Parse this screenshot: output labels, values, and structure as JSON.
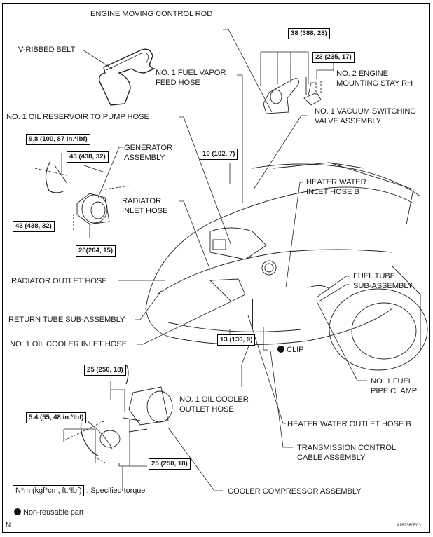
{
  "diagram": {
    "title": "Engine removal component layout",
    "callouts": {
      "engine_moving_control_rod": "ENGINE MOVING CONTROL ROD",
      "v_ribbed_belt": "V-RIBBED BELT",
      "fuel_vapor_feed_hose_1": "NO. 1 FUEL VAPOR",
      "fuel_vapor_feed_hose_2": "FEED HOSE",
      "engine_mounting_stay_1": "NO. 2 ENGINE",
      "engine_mounting_stay_2": "MOUNTING STAY RH",
      "oil_reservoir_hose": "NO. 1 OIL RESERVOIR TO PUMP HOSE",
      "vacuum_switching_valve_1": "NO. 1 VACUUM SWITCHING",
      "vacuum_switching_valve_2": "VALVE ASSEMBLY",
      "generator_1": "GENERATOR",
      "generator_2": "ASSEMBLY",
      "heater_inlet_1": "HEATER WATER",
      "heater_inlet_2": "INLET HOSE B",
      "radiator_inlet_1": "RADIATOR",
      "radiator_inlet_2": "INLET HOSE",
      "radiator_outlet": "RADIATOR OUTLET HOSE",
      "fuel_tube_1": "FUEL TUBE",
      "fuel_tube_2": "SUB-ASSEMBLY",
      "return_tube": "RETURN TUBE SUB-ASSEMBLY",
      "oil_cooler_inlet": "NO. 1 OIL COOLER INLET HOSE",
      "clip": "CLIP",
      "fuel_pipe_clamp_1": "NO. 1 FUEL",
      "fuel_pipe_clamp_2": "PIPE CLAMP",
      "oil_cooler_outlet_1": "NO. 1 OIL COOLER",
      "oil_cooler_outlet_2": "OUTLET HOSE",
      "heater_outlet": "HEATER WATER OUTLET HOSE B",
      "transmission_cable_1": "TRANSMISSION CONTROL",
      "transmission_cable_2": "CABLE ASSEMBLY",
      "cooler_compressor": "COOLER COMPRESSOR ASSEMBLY"
    },
    "torques": {
      "rod_bolts": "38 (388, 28)",
      "stay_bolts": "23 (235, 17)",
      "gen_hose": "9.8 (100, 87 in.*lbf)",
      "gen_upper": "43 (438, 32)",
      "gen_lower": "43 (438, 32)",
      "gen_bottom": "20(204, 15)",
      "vsv": "10 (102, 7)",
      "clip_bolt": "13 (130, 9)",
      "comp_upper": "25 (250, 18)",
      "comp_pipe": "5.4 (55, 48 in.*lbf)",
      "comp_lower": "25 (250, 18)"
    },
    "legend": {
      "torque_unit": "N*m (kgf*cm, ft.*lbf)",
      "torque_text": ": Specified torque",
      "nonreusable": "Non-reusable part"
    },
    "footer": {
      "left_code": "N",
      "figure_id": "A162360E03"
    }
  }
}
